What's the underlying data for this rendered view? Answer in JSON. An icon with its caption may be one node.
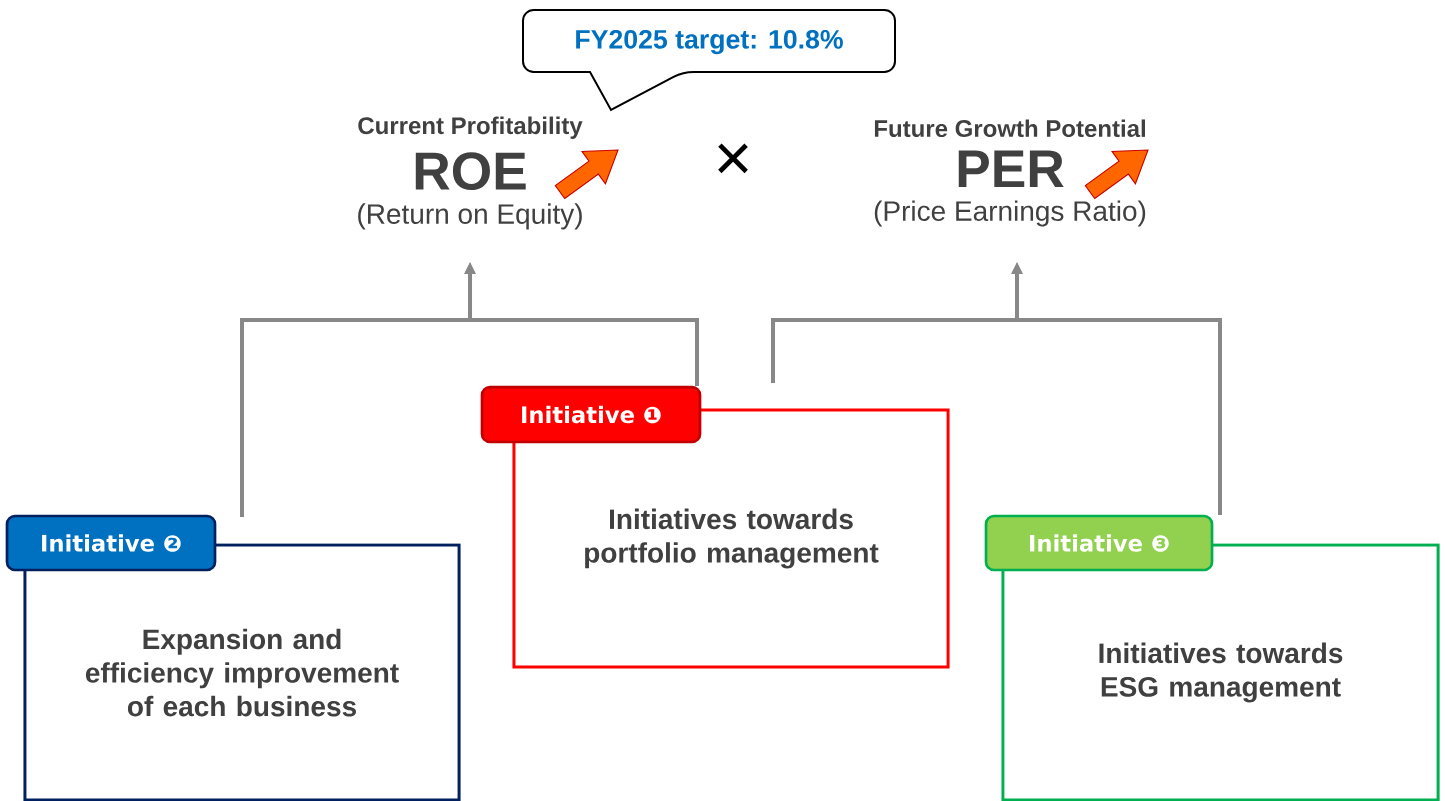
{
  "diagram": {
    "nodes": [
      {
        "text": [
          "FY2025 target: 10.8%"
        ]
      },
      {
        "text": [
          "Current Profitability",
          "ROE",
          "(Return on Equity)"
        ]
      },
      {
        "text": [
          "Future Growth Potential",
          "PER",
          "(Price Earnings Ratio)"
        ]
      },
      {
        "text": [
          "Initiative ❶",
          "Initiatives towards portfolio management"
        ]
      },
      {
        "text": [
          "Initiative ❷",
          "Expansion and efficiency improvement of each business"
        ]
      },
      {
        "text": [
          "Initiative ❸",
          "Initiatives towards ESG management"
        ]
      }
    ],
    "edges": [
      {
        "from": 4,
        "to": 1,
        "arrow": "to"
      },
      {
        "from": 3,
        "to": 1,
        "arrow": "to"
      },
      {
        "from": 3,
        "to": 2,
        "arrow": "to"
      },
      {
        "from": 5,
        "to": 2,
        "arrow": "to"
      }
    ],
    "labels": [
      "×"
    ]
  }
}
